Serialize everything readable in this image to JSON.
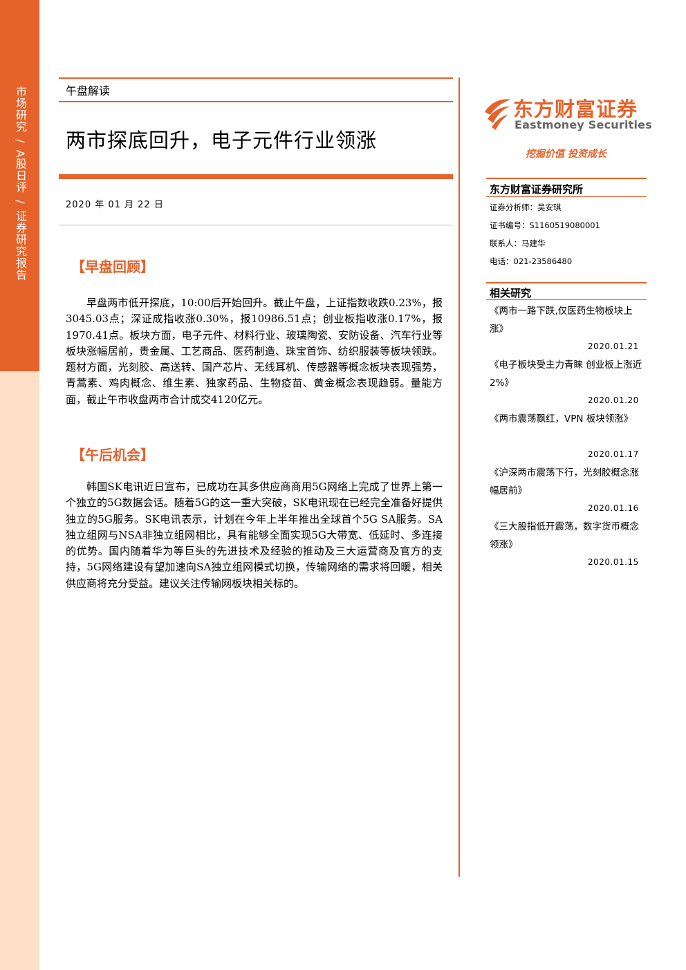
{
  "sidebar": {
    "text_parts": [
      "市场研究",
      "A股日评",
      "证券研究报告"
    ],
    "separator": "/"
  },
  "header": {
    "report_type": "午盘解读",
    "title": "两市探底回升，电子元件行业领涨",
    "date": "2020 年 01 月 22 日"
  },
  "sections": [
    {
      "heading": "【早盘回顾】",
      "body": "早盘两市低开探底，10:00后开始回升。截止午盘，上证指数收跌0.23%，报3045.03点；深证成指收涨0.30%，报10986.51点；创业板指收涨0.17%，报1970.41点。板块方面，电子元件、材料行业、玻璃陶瓷、安防设备、汽车行业等板块涨幅居前，贵金属、工艺商品、医药制造、珠宝首饰、纺织服装等板块领跌。题材方面，光刻胶、高送转、国产芯片、无线耳机、传感器等概念板块表现强势，青蒿素、鸡肉概念、维生素、独家药品、生物疫苗、黄金概念表现趋弱。量能方面，截止午市收盘两市合计成交4120亿元。"
    },
    {
      "heading": "【午后机会】",
      "body": "韩国SK电讯近日宣布，已成功在其多供应商商用5G网络上完成了世界上第一个独立的5G数据会话。随着5G的这一重大突破，SK电讯现在已经完全准备好提供独立的5G服务。SK电讯表示，计划在今年上半年推出全球首个5G SA服务。SA独立组网与NSA非独立组网相比，具有能够全面实现5G大带宽、低延时、多连接的优势。国内随着华为等巨头的先进技术及经验的推动及三大运营商及官方的支持，5G网络建设有望加速向SA独立组网模式切换，传输网络的需求将回暖，相关供应商将充分受益。建议关注传输网板块相关标的。"
    }
  ],
  "logo": {
    "name_cn": "东方财富证券",
    "name_en": "Eastmoney Securities",
    "slogan": "挖掘价值 投资成长",
    "accent_color": "#e5622a"
  },
  "institute": {
    "title": "东方财富证券研究所",
    "analyst": "证券分析师：吴安琪",
    "cert": "证书编号：S1160519080001",
    "contact": "联系人：马建华",
    "phone": "电话：021-23586480"
  },
  "related": {
    "title": "相关研究",
    "items": [
      {
        "title": "《两市一路下跌,仅医药生物板块上涨》",
        "date": "2020.01.21"
      },
      {
        "title": "《电子板块受主力青睐 创业板上涨近 2%》",
        "date": "2020.01.20"
      },
      {
        "title": "《两市震荡飘红，VPN 板块领涨》",
        "date": "2020.01.17"
      },
      {
        "title": "《沪深两市震荡下行，光刻胶概念涨幅居前》",
        "date": "2020.01.16"
      },
      {
        "title": "《三大股指低开震荡，数字货币概念领涨》",
        "date": "2020.01.15"
      }
    ]
  }
}
